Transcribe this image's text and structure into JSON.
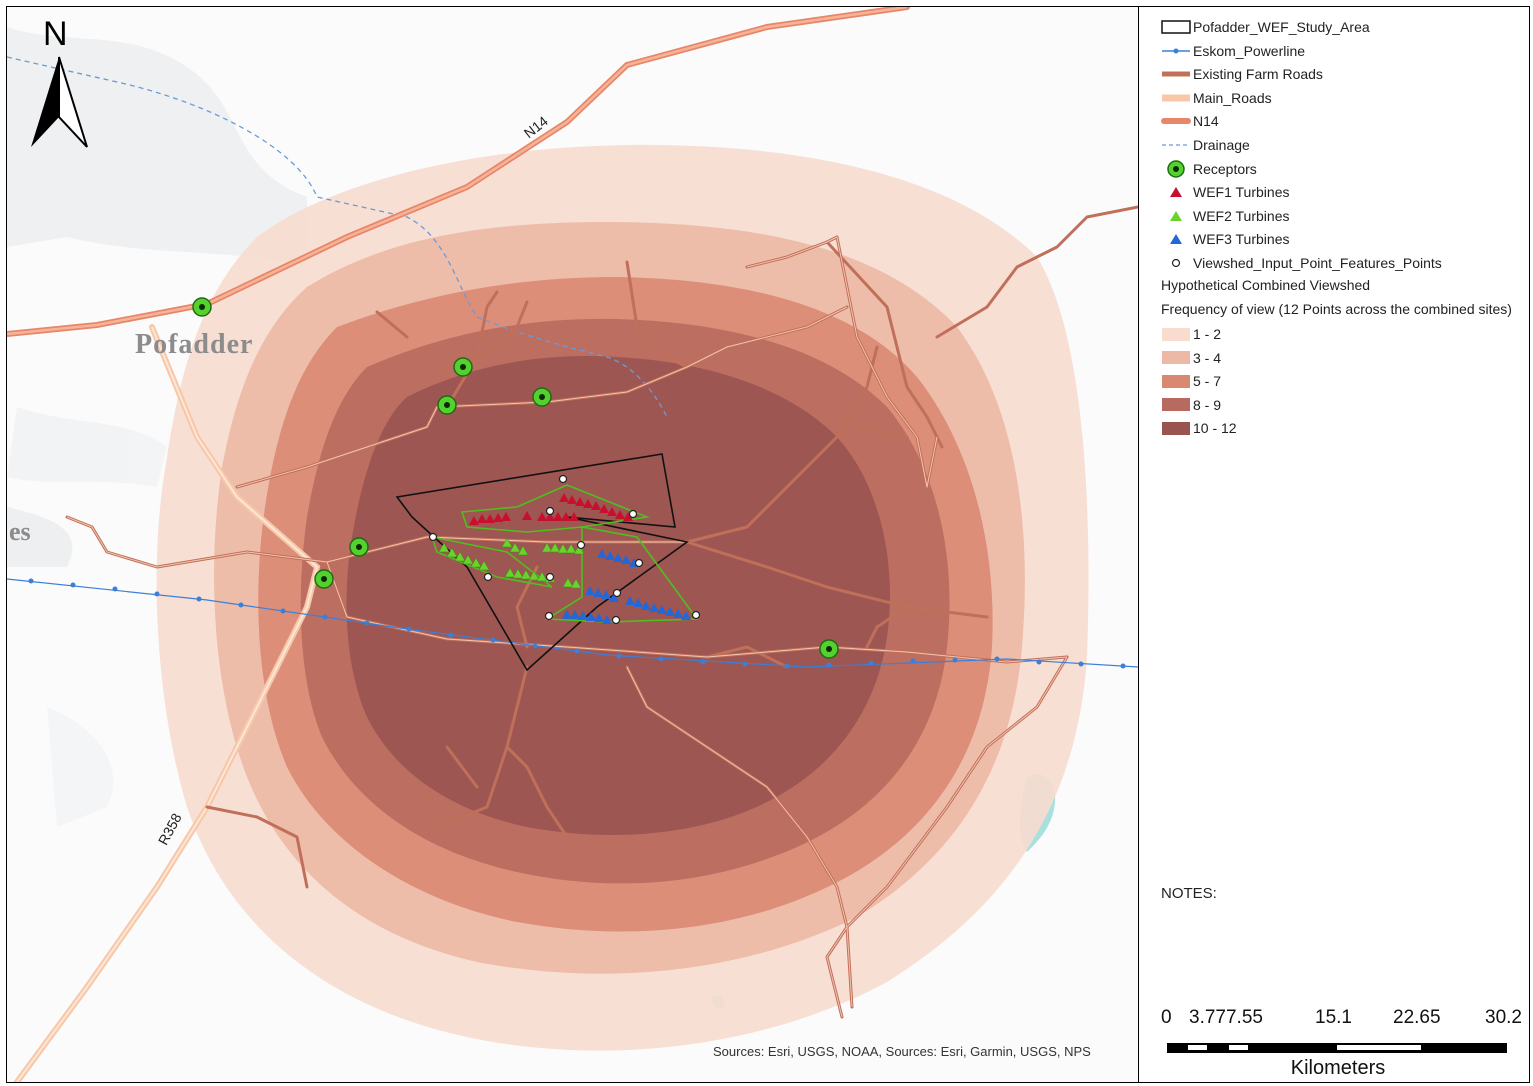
{
  "map": {
    "north_label": "N",
    "town_label": "Pofadder",
    "partial_label": "es",
    "road_label_n14": "N14",
    "road_label_r358": "R358",
    "credits": "Sources: Esri, USGS, NOAA, Sources: Esri, Garmin, USGS, NPS"
  },
  "legend": {
    "layers": [
      {
        "label": "Pofadder_WEF_Study_Area",
        "symbol": "outline-box-icon"
      },
      {
        "label": "Eskom_Powerline",
        "symbol": "dotted-blue-line-icon",
        "color": "#3b7fd9"
      },
      {
        "label": "Existing Farm Roads",
        "symbol": "brown-line-icon",
        "color": "#c0705a"
      },
      {
        "label": "Main_Roads",
        "symbol": "pale-line-icon",
        "color": "#f6c8a8"
      },
      {
        "label": "N14",
        "symbol": "orange-line-icon",
        "color": "#e8866a"
      },
      {
        "label": "Drainage",
        "symbol": "dashed-blue-line-icon",
        "color": "#6a9bd8"
      },
      {
        "label": "Receptors",
        "symbol": "green-target-icon",
        "color": "#54d12e"
      },
      {
        "label": "WEF1 Turbines",
        "symbol": "red-triangle-icon",
        "color": "#c8102e"
      },
      {
        "label": "WEF2 Turbines",
        "symbol": "green-triangle-icon",
        "color": "#6ad12e"
      },
      {
        "label": "WEF3 Turbines",
        "symbol": "blue-triangle-icon",
        "color": "#2467d6"
      },
      {
        "label": "Viewshed_Input_Point_Features_Points",
        "symbol": "white-dot-icon"
      }
    ],
    "heading": "Hypothetical Combined Viewshed",
    "subheading": "Frequency of view (12 Points across the combined sites)",
    "classes": [
      {
        "label": "1 - 2",
        "color": "#f7dccf"
      },
      {
        "label": "3 - 4",
        "color": "#ecb9a4"
      },
      {
        "label": "5 - 7",
        "color": "#d98872"
      },
      {
        "label": "8 - 9",
        "color": "#b86a5e"
      },
      {
        "label": "10 - 12",
        "color": "#9a5450"
      }
    ],
    "notes_label": "NOTES:",
    "scale": {
      "ticks": [
        "0",
        "3.777.55",
        "15.1",
        "22.65",
        "30.2"
      ],
      "units": "Kilometers"
    }
  }
}
